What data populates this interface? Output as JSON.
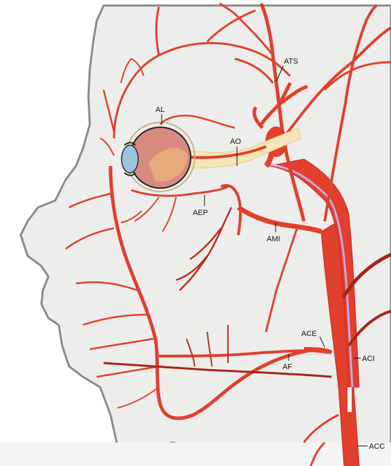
{
  "labels": {
    "ats": "ATS",
    "al": "AL",
    "ao": "AO",
    "aep": "AEP",
    "ami": "AMI",
    "ace": "ACE",
    "af": "AF",
    "aci": "ACI",
    "acc": "ACC"
  },
  "colors": {
    "artery": "#e0402c",
    "artery_dark": "#c42a1e",
    "artery_deep": "#a8221a",
    "skin": "#ededeb",
    "outline": "#8a8a8a",
    "optic": "#f5e6b8",
    "eye_globe": "#d98a80",
    "iris": "#9fc3dd",
    "carotid_lumen": "#c9a6e8"
  }
}
